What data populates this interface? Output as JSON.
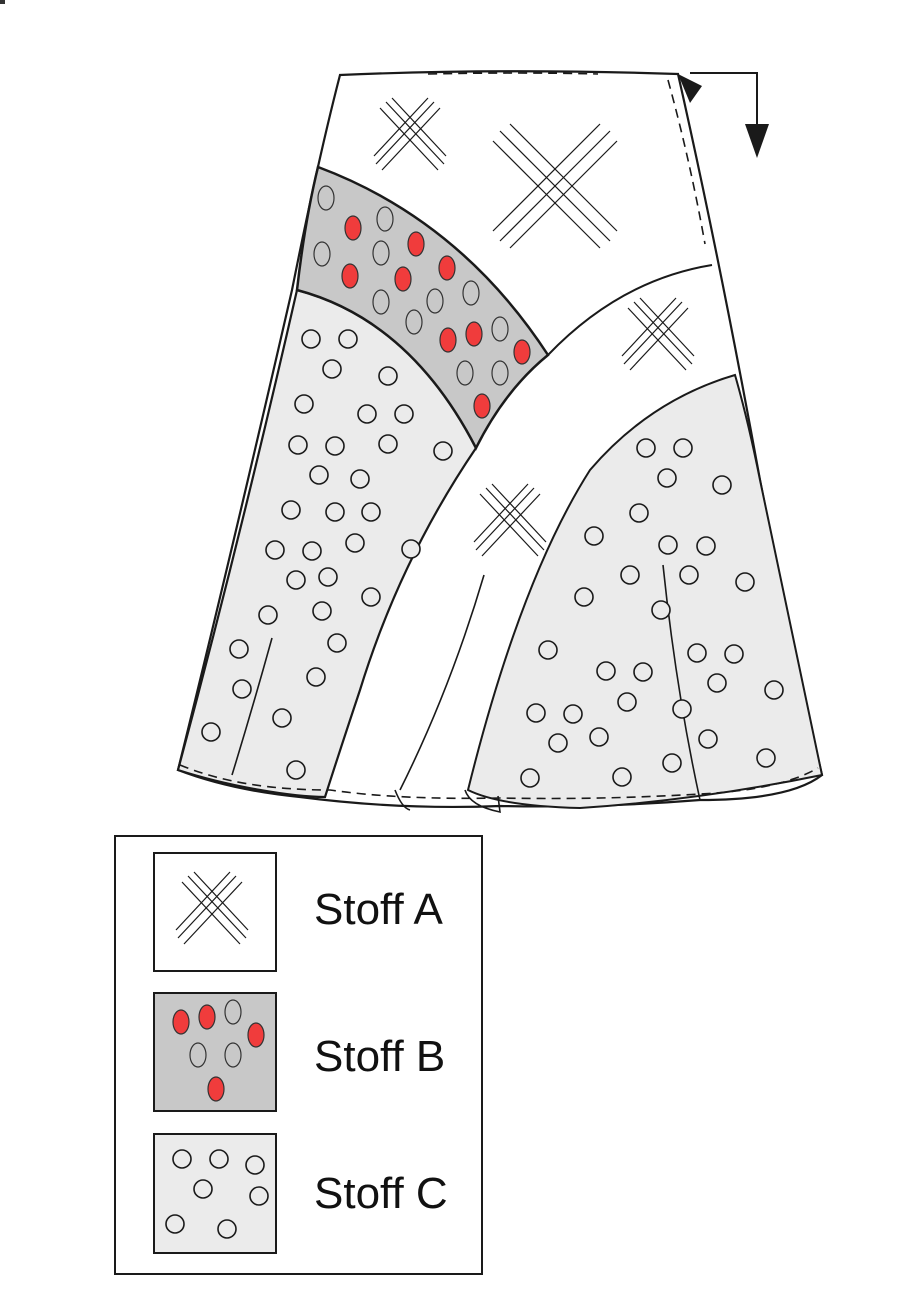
{
  "colors": {
    "outline": "#1a1a1a",
    "fabric_a": "#ffffff",
    "fabric_b": "#c8c8c8",
    "fabric_c": "#ebebeb",
    "accent_dot": "#f03c3c"
  },
  "legend": {
    "items": [
      {
        "label": "Stoff A",
        "pattern": "crosshatch"
      },
      {
        "label": "Stoff B",
        "pattern": "ovals-red-grey"
      },
      {
        "label": "Stoff C",
        "pattern": "circles"
      }
    ]
  },
  "icons": {
    "fold_arrow": "fold-arrow-icon"
  }
}
